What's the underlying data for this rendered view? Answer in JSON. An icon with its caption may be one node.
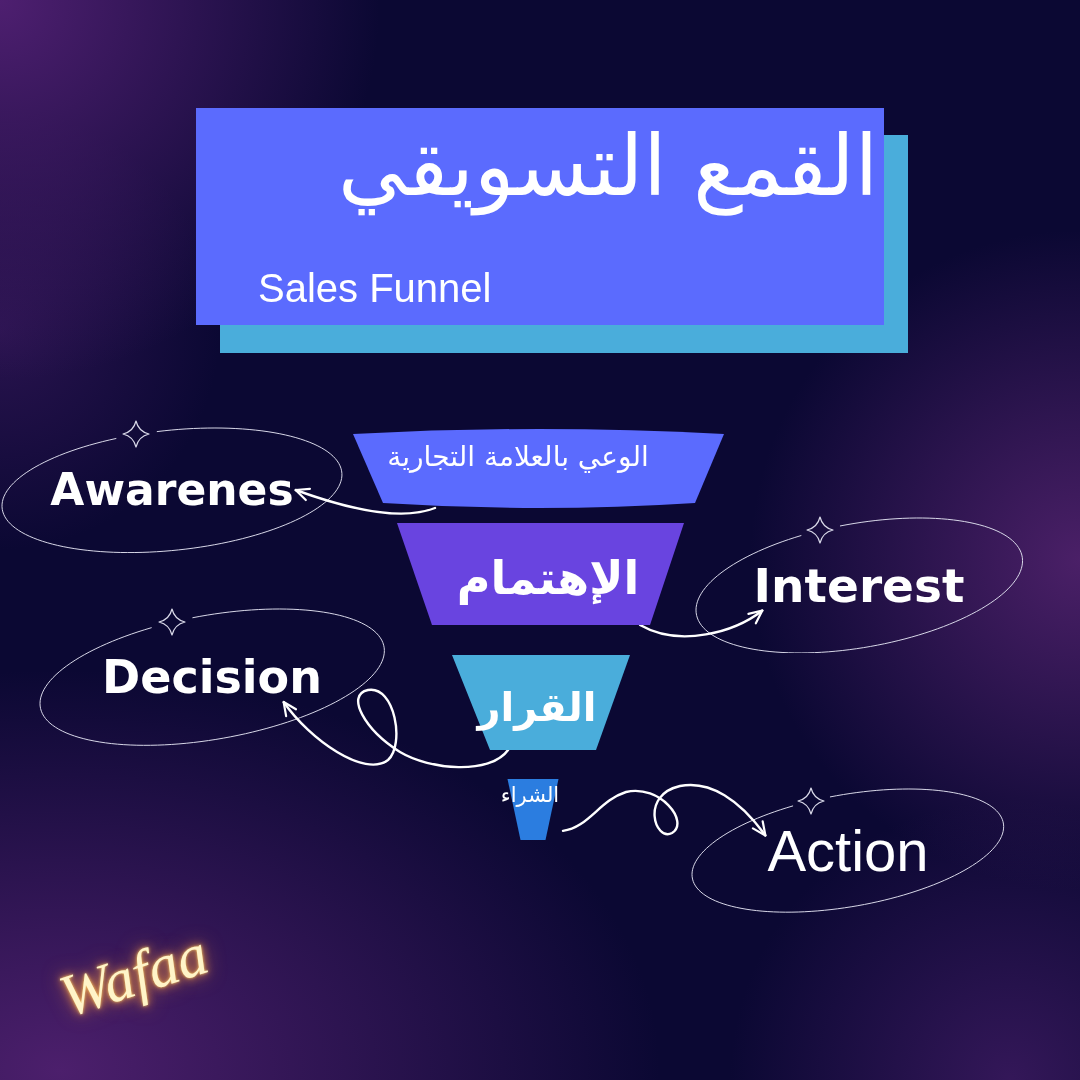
{
  "diagram": {
    "title": "القمع التسويقي",
    "nodes": [
      {
        "text": [
          "الوعي بالعلامة التجارية"
        ]
      },
      {
        "text": [
          "Awarenes"
        ]
      },
      {
        "text": [
          "الإهتمام"
        ]
      },
      {
        "text": [
          "Interest"
        ]
      },
      {
        "text": [
          "Decision"
        ]
      },
      {
        "text": [
          "القرار"
        ]
      },
      {
        "text": [
          "الشراء"
        ]
      },
      {
        "text": [
          "Action"
        ]
      }
    ],
    "edges": [
      {
        "from": 0,
        "to": 1,
        "arrow": "to"
      },
      {
        "from": 2,
        "to": 3,
        "arrow": "to"
      },
      {
        "from": 5,
        "to": 4,
        "arrow": "to"
      },
      {
        "from": 6,
        "to": 7,
        "arrow": "to"
      }
    ],
    "labels": [
      "Sales Funnel",
      "Wafaa"
    ]
  }
}
